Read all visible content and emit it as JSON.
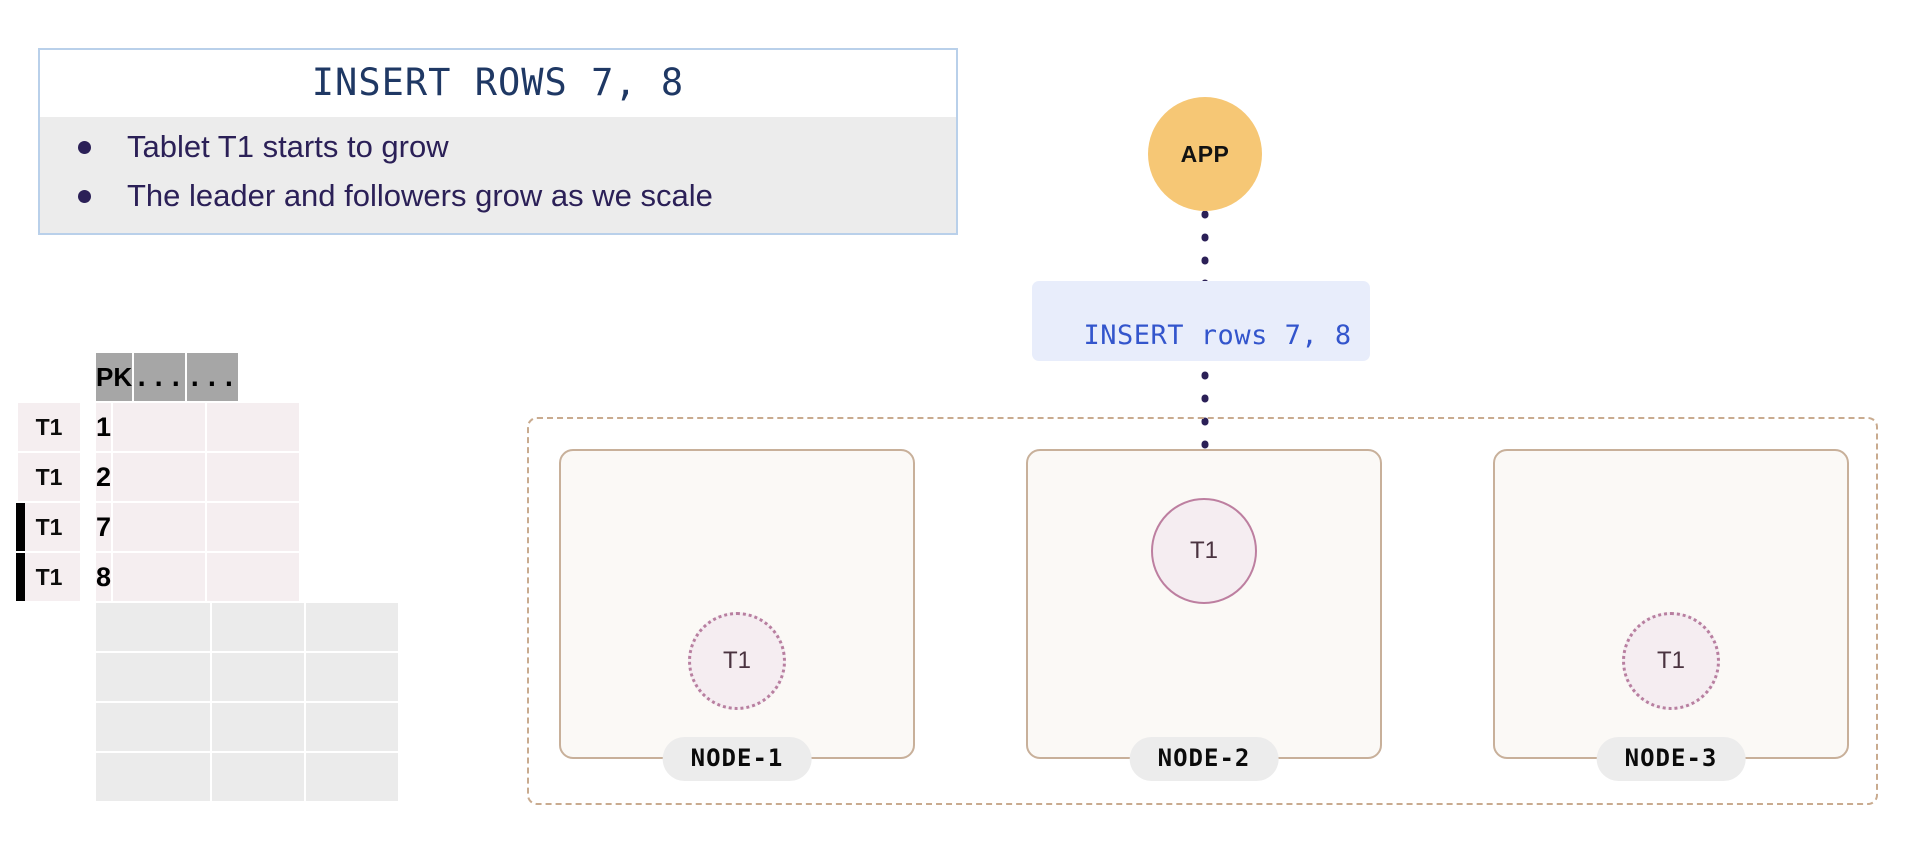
{
  "callout": {
    "title": "INSERT ROWS 7, 8",
    "bullets": [
      "Tablet T1 starts to grow",
      "The leader and followers grow as we scale"
    ],
    "border_color": "#b9d0ea",
    "body_bg": "#ececec",
    "title_color": "#1f3864",
    "text_color": "#2b2057"
  },
  "table": {
    "headers": [
      "PK",
      "...",
      "..."
    ],
    "row_label_header": "",
    "rows": [
      {
        "label": "T1",
        "pk": "1",
        "marked": false
      },
      {
        "label": "T1",
        "pk": "2",
        "marked": false
      },
      {
        "label": "T1",
        "pk": "7",
        "marked": true
      },
      {
        "label": "T1",
        "pk": "8",
        "marked": true
      }
    ],
    "empty_row_count": 4,
    "header_bg": "#a6a6a6",
    "data_bg": "#f5eef0",
    "empty_bg": "#ebebeb",
    "marker_color": "#000000"
  },
  "app": {
    "label": "APP",
    "fill": "#f6c775",
    "text_color": "#121212"
  },
  "insert_badge": {
    "text": "INSERT rows 7, 8",
    "bg": "#e8edfb",
    "color": "#3355cc"
  },
  "arrow": {
    "color": "#2b2057",
    "style": "dotted"
  },
  "cluster": {
    "border_color": "#c9ab8f",
    "nodes": [
      {
        "label": "NODE-1",
        "tablet": {
          "name": "T1",
          "role": "follower"
        }
      },
      {
        "label": "NODE-2",
        "tablet": {
          "name": "T1",
          "role": "leader"
        }
      },
      {
        "label": "NODE-3",
        "tablet": {
          "name": "T1",
          "role": "follower"
        }
      }
    ],
    "node_bg": "#fbf9f6",
    "node_border": "#c8b09a",
    "pill_bg": "#ececec",
    "tablet_fill": "#f5edf1",
    "leader_border": "#bd7fa0",
    "follower_border": "#b87fa0"
  }
}
